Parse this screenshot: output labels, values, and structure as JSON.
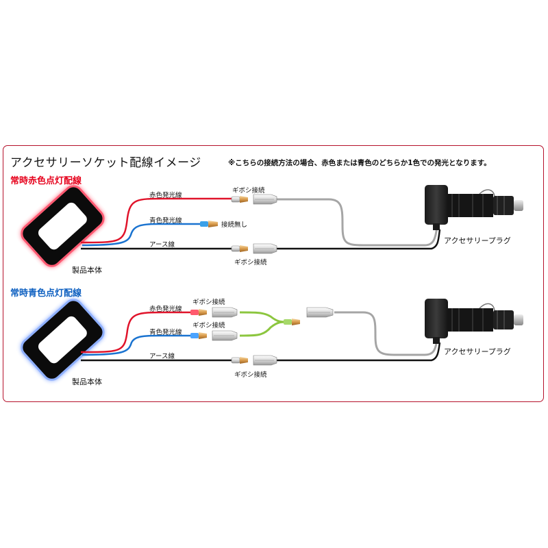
{
  "title": "アクセサリーソケット配線イメージ",
  "note": "※こちらの接続方法の場合、赤色または青色のどちらか1色での発光となります。",
  "colors": {
    "frame": "#b5102a",
    "red_wire": "#e0132a",
    "blue_wire": "#1a73d0",
    "black_wire": "#111111",
    "gray_wire": "#a5a5a5",
    "green_wire": "#8cc63f",
    "red_glow": "#ff4560",
    "blue_glow": "#6f9bff"
  },
  "sections": [
    {
      "heading": "常時赤色点灯配線",
      "wire_red": "赤色発光線",
      "wire_blue": "青色発光線",
      "wire_earth": "アース線",
      "no_connection": "接続無し",
      "gibosi_top": "ギボシ接続",
      "gibosi_bottom": "ギボシ接続",
      "product": "製品本体",
      "plug": "アクセサリープラグ"
    },
    {
      "heading": "常時青色点灯配線",
      "wire_red": "赤色発光線",
      "wire_blue": "青色発光線",
      "wire_earth": "アース線",
      "gibosi_red": "ギボシ接続",
      "gibosi_blue": "ギボシ接続",
      "gibosi_bottom": "ギボシ接続",
      "product": "製品本体",
      "plug": "アクセサリープラグ"
    }
  ]
}
